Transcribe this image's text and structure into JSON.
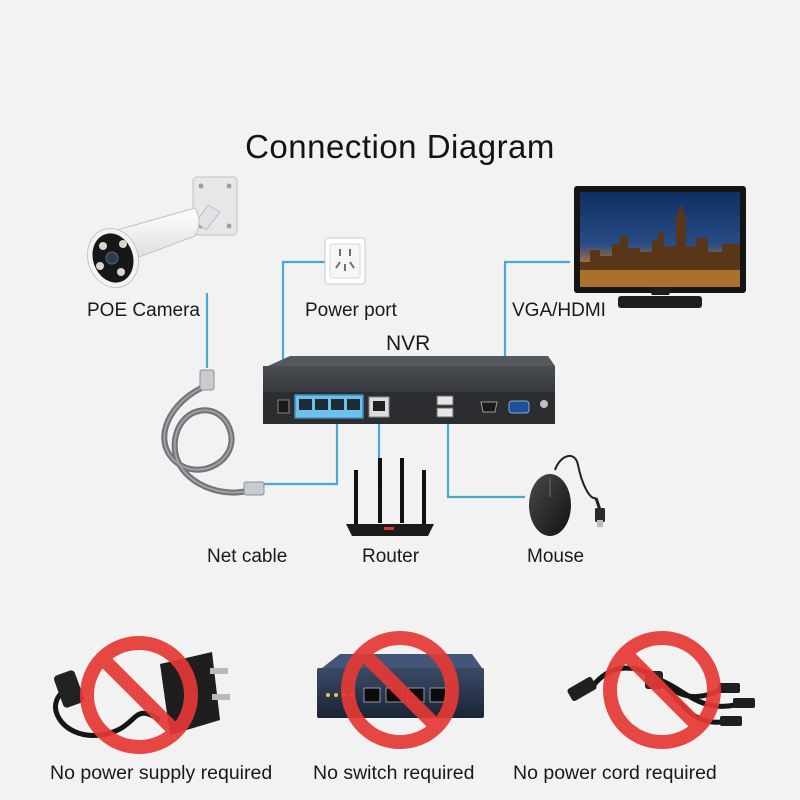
{
  "title": "Connection Diagram",
  "devices": {
    "camera": "POE Camera",
    "power_port": "Power port",
    "display": "VGA/HDMI",
    "nvr": "NVR",
    "cable": "Net cable",
    "router": "Router",
    "mouse": "Mouse"
  },
  "not_required": [
    "No power supply required",
    "No switch required",
    "No power cord required"
  ],
  "colors": {
    "connector_line": "#4aa8d8",
    "prohibition": "#e53935",
    "background": "#f2f2f2"
  }
}
